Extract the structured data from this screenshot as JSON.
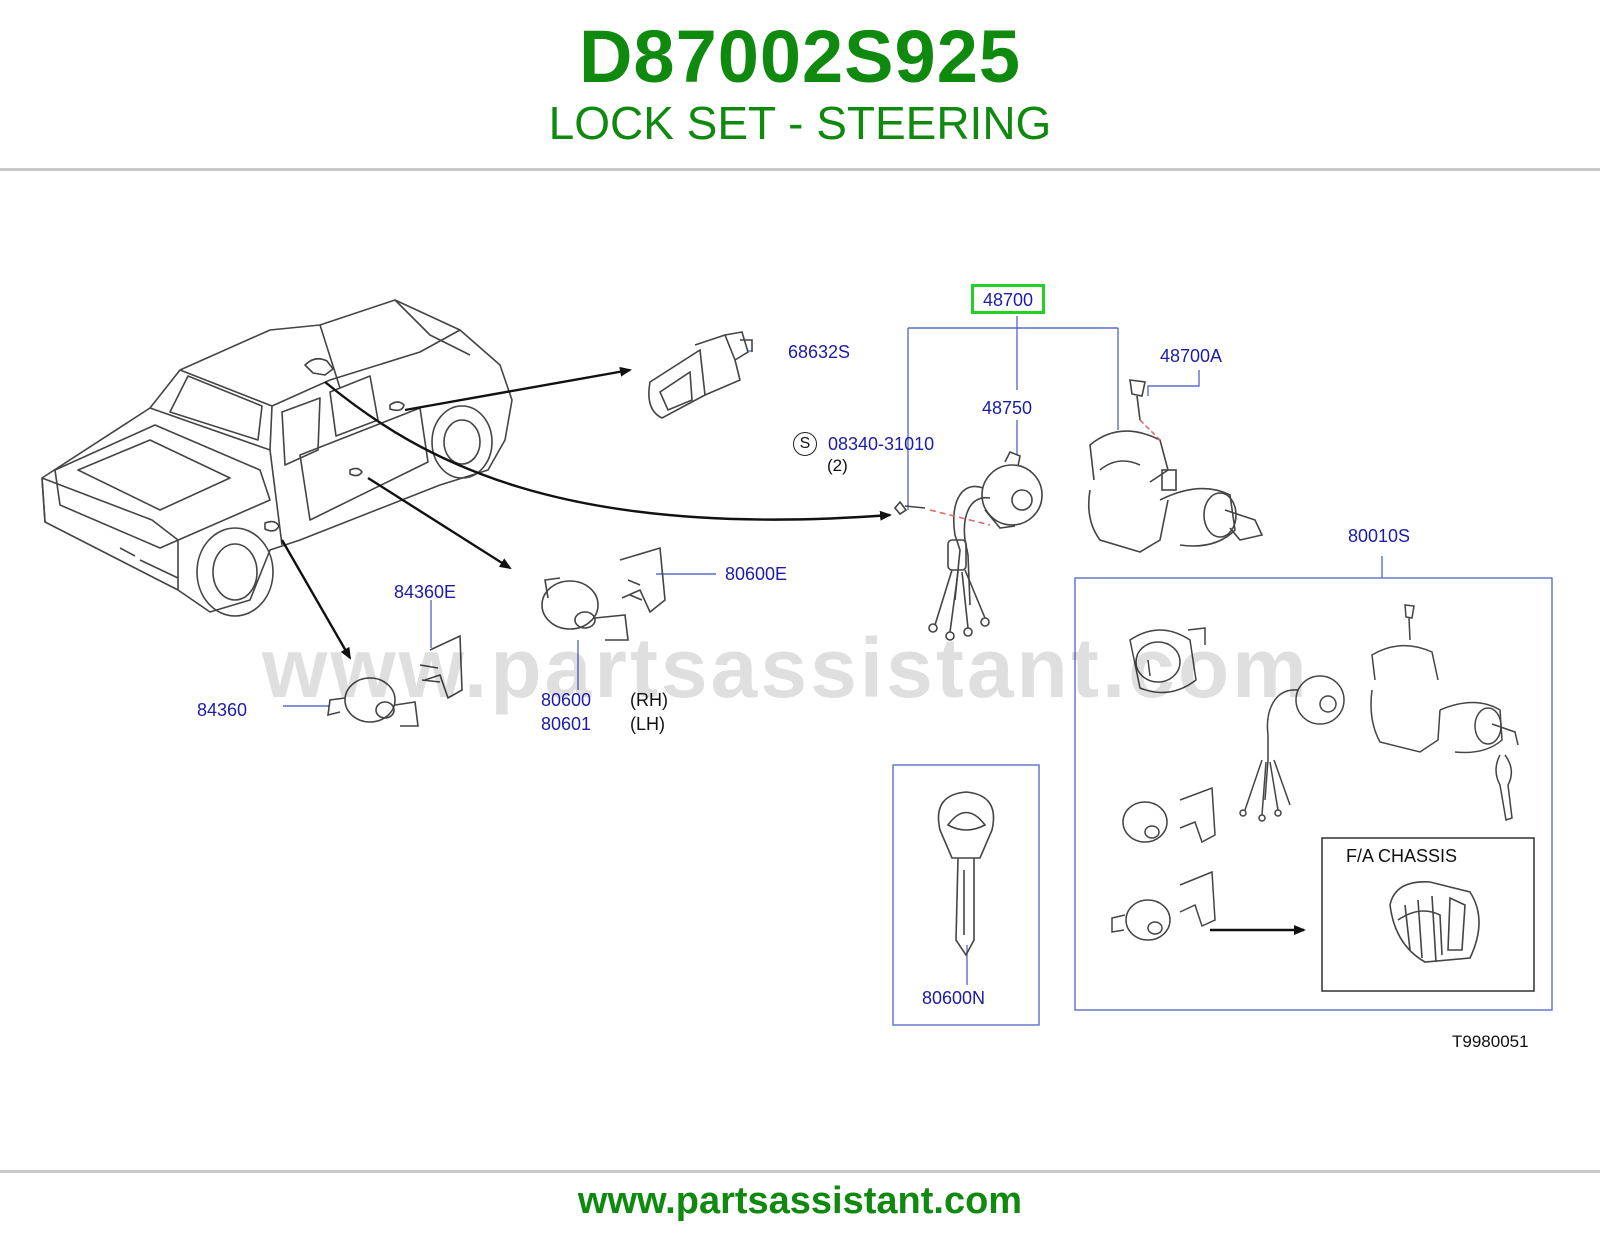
{
  "header": {
    "code": "D87002S925",
    "title": "LOCK SET - STEERING"
  },
  "watermark": "www.partsassistant.com",
  "footer": {
    "url": "www.partsassistant.com"
  },
  "diagram_id": "T9980051",
  "parts": {
    "p48700": "48700",
    "p48700A": "48700A",
    "p48750": "48750",
    "p68632S": "68632S",
    "p08340": "08340-31010",
    "p08340_qty": "(2)",
    "s_mark": "S",
    "p80010S": "80010S",
    "p80600E": "80600E",
    "p84360E": "84360E",
    "p84360": "84360",
    "p80600": "80600",
    "p80600_side": "(RH)",
    "p80601": "80601",
    "p80601_side": "(LH)",
    "p80600N": "80600N"
  },
  "inset": {
    "fa_chassis": "F/A   CHASSIS"
  },
  "colors": {
    "header_green": "#0f8a0f",
    "label_blue": "#1c1ca8",
    "callout_line": "#5a6fc8",
    "highlight_green": "#23d023",
    "rule_gray": "#c8c8c8"
  }
}
